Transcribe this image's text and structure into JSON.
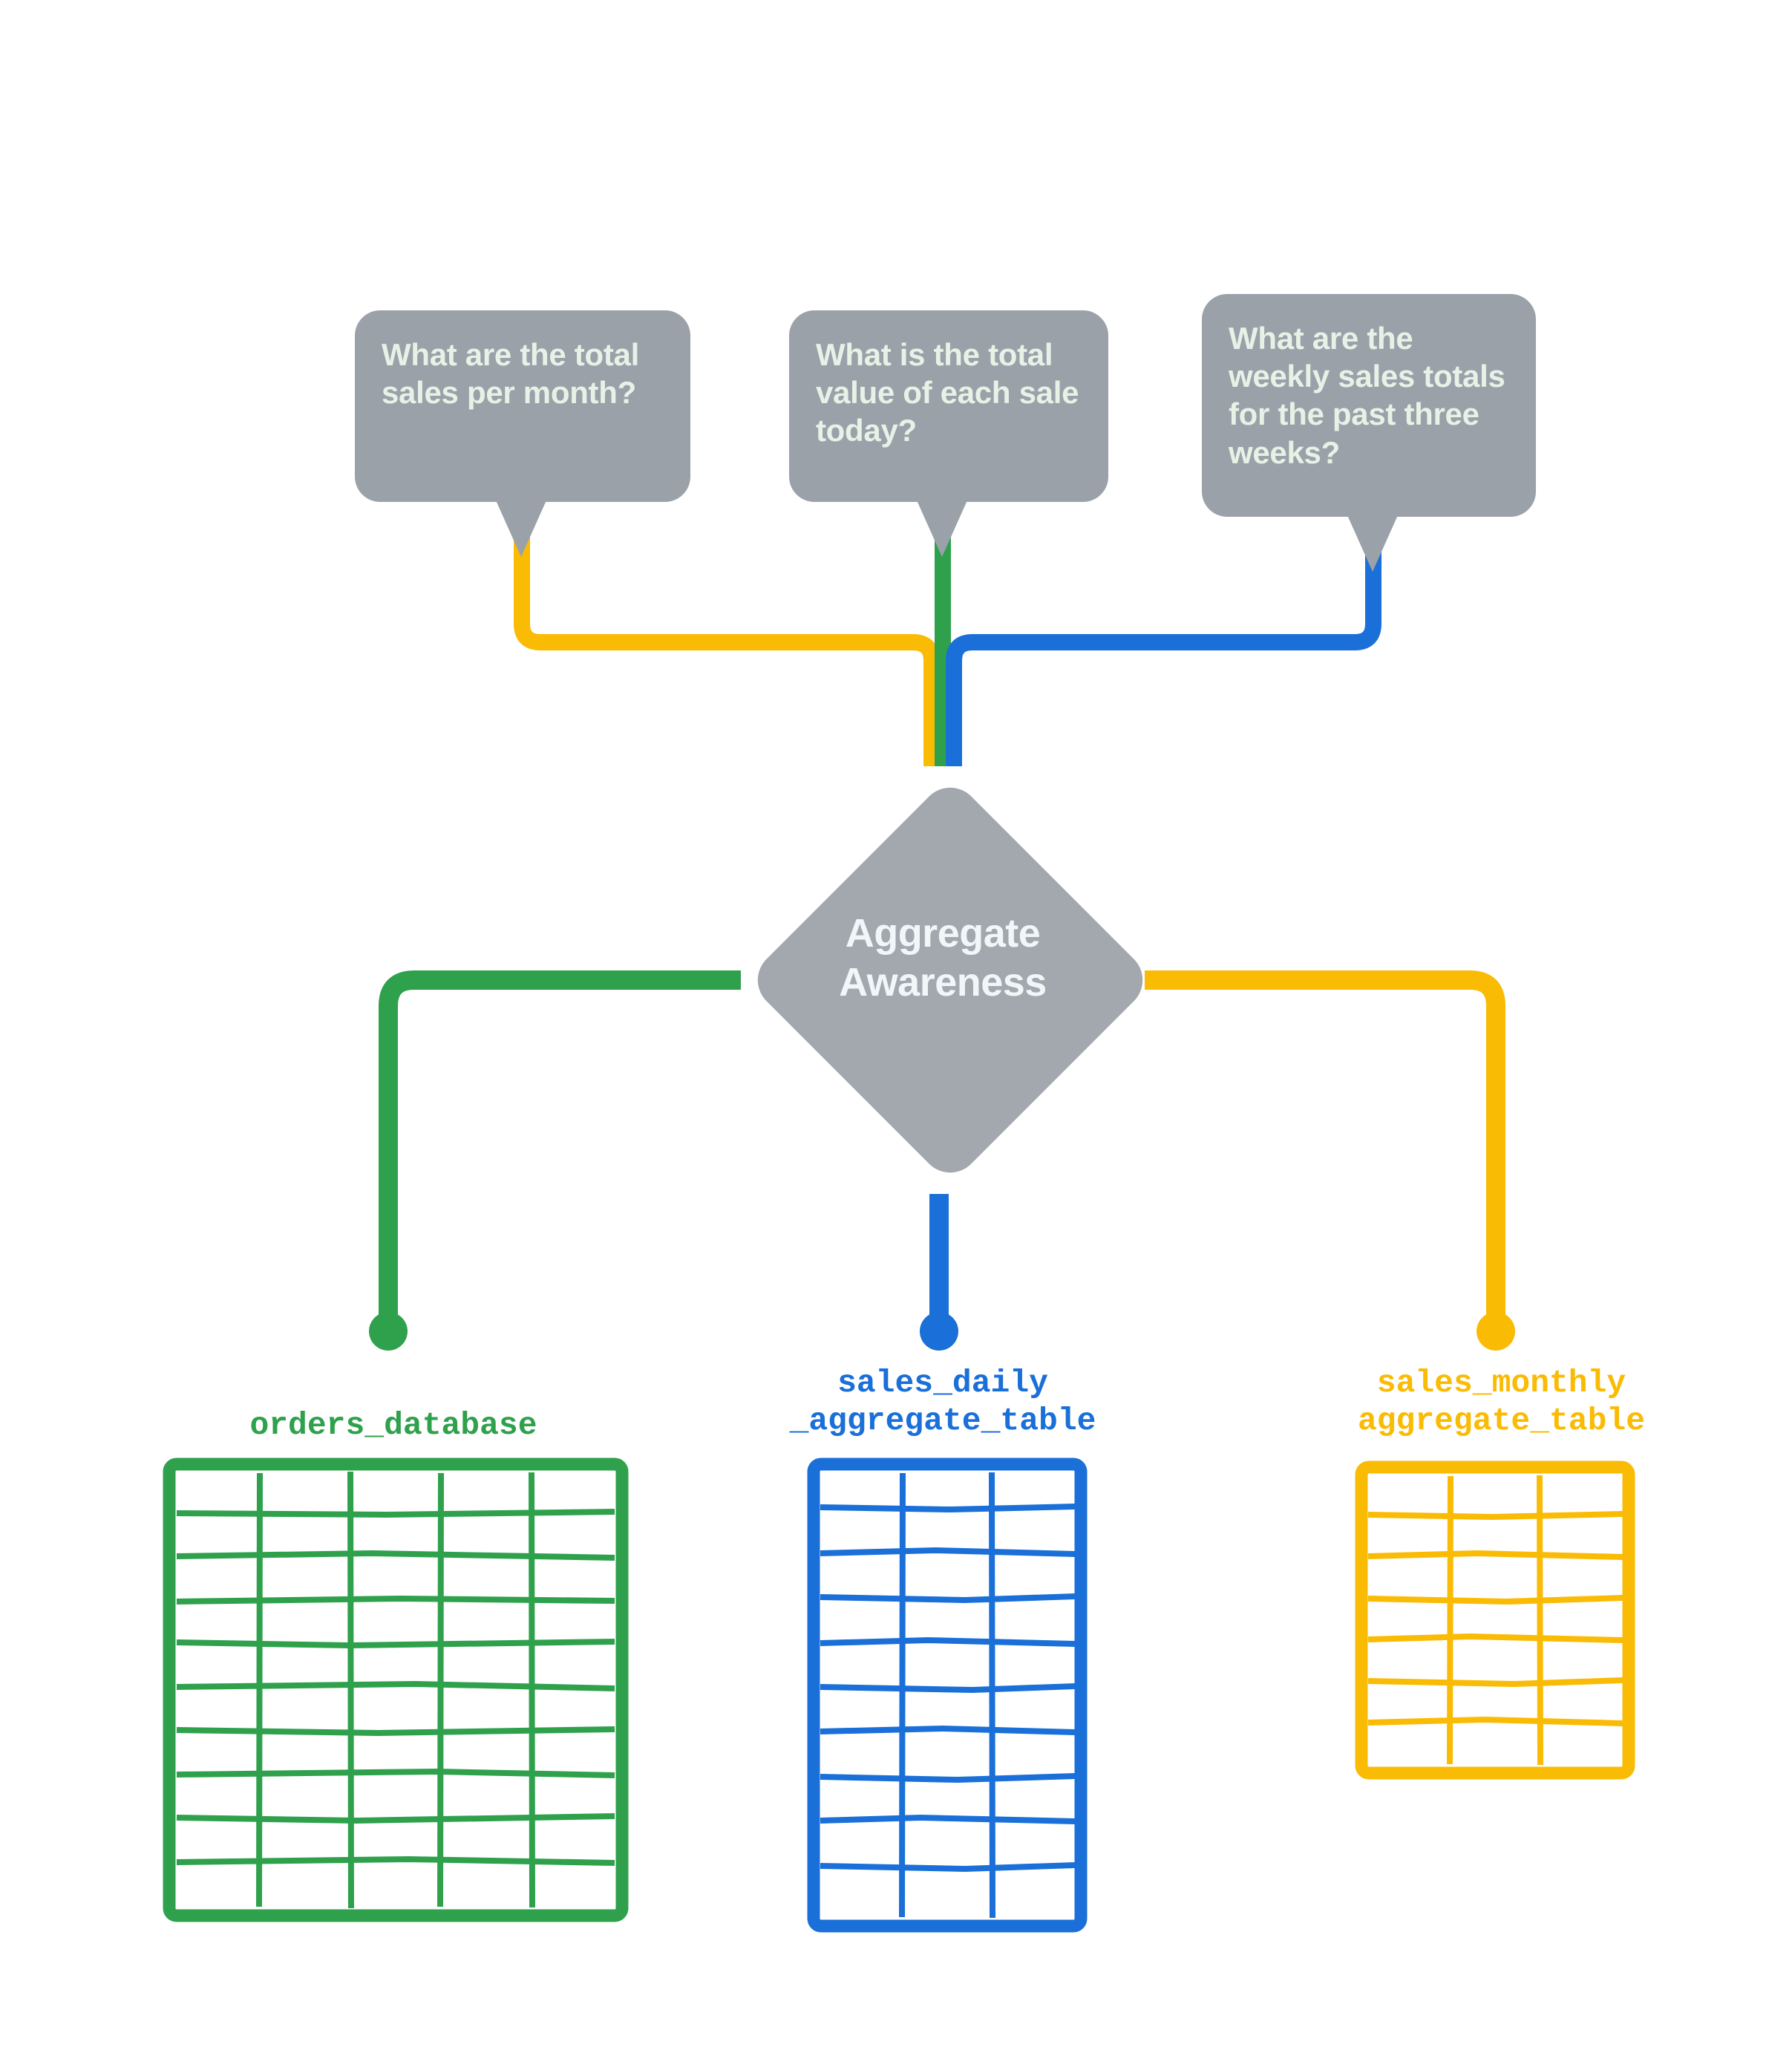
{
  "diagram": {
    "title": "Aggregate Awareness",
    "background": "#FFFFFF",
    "center_node": {
      "label_line1": "Aggregate",
      "label_line2": "Awareness",
      "shape": "diamond",
      "fill": "#A3A8AF",
      "text_color": "#F1F6F8"
    },
    "questions": [
      {
        "id": "monthly",
        "text": "What are the total sales per month?",
        "color": "#FABB05",
        "bubble_fill": "#9BA1A9",
        "text_color": "#E7F2E7",
        "connects_to": "sales_monthly_aggregate_table"
      },
      {
        "id": "daily",
        "text": "What is the total value of each sale today?",
        "color": "#2FA14C",
        "bubble_fill": "#9BA1A9",
        "text_color": "#E7F2E7",
        "connects_to": "orders_database"
      },
      {
        "id": "weekly",
        "text": "What are the weekly sales totals for the past three weeks?",
        "color": "#1A6FD8",
        "bubble_fill": "#9BA1A9",
        "text_color": "#E7F2E7",
        "connects_to": "sales_daily_aggregate_table"
      }
    ],
    "tables": [
      {
        "id": "orders_database",
        "caption": "orders_database",
        "color": "#2FA14C",
        "columns": 5,
        "rows": 10
      },
      {
        "id": "sales_daily_aggregate_table",
        "caption": "sales_daily\n_aggregate_table",
        "color": "#1A6FD8",
        "columns": 3,
        "rows": 10
      },
      {
        "id": "sales_monthly_aggregate_table",
        "caption": "sales_monthly\naggregate_table",
        "color": "#FABB05",
        "columns": 3,
        "rows": 7
      }
    ],
    "colors": {
      "yellow": "#FABB05",
      "green": "#2FA14C",
      "blue": "#1A6FD8",
      "gray_bubble": "#9BA1A9",
      "gray_diamond": "#A3A8AF"
    }
  }
}
